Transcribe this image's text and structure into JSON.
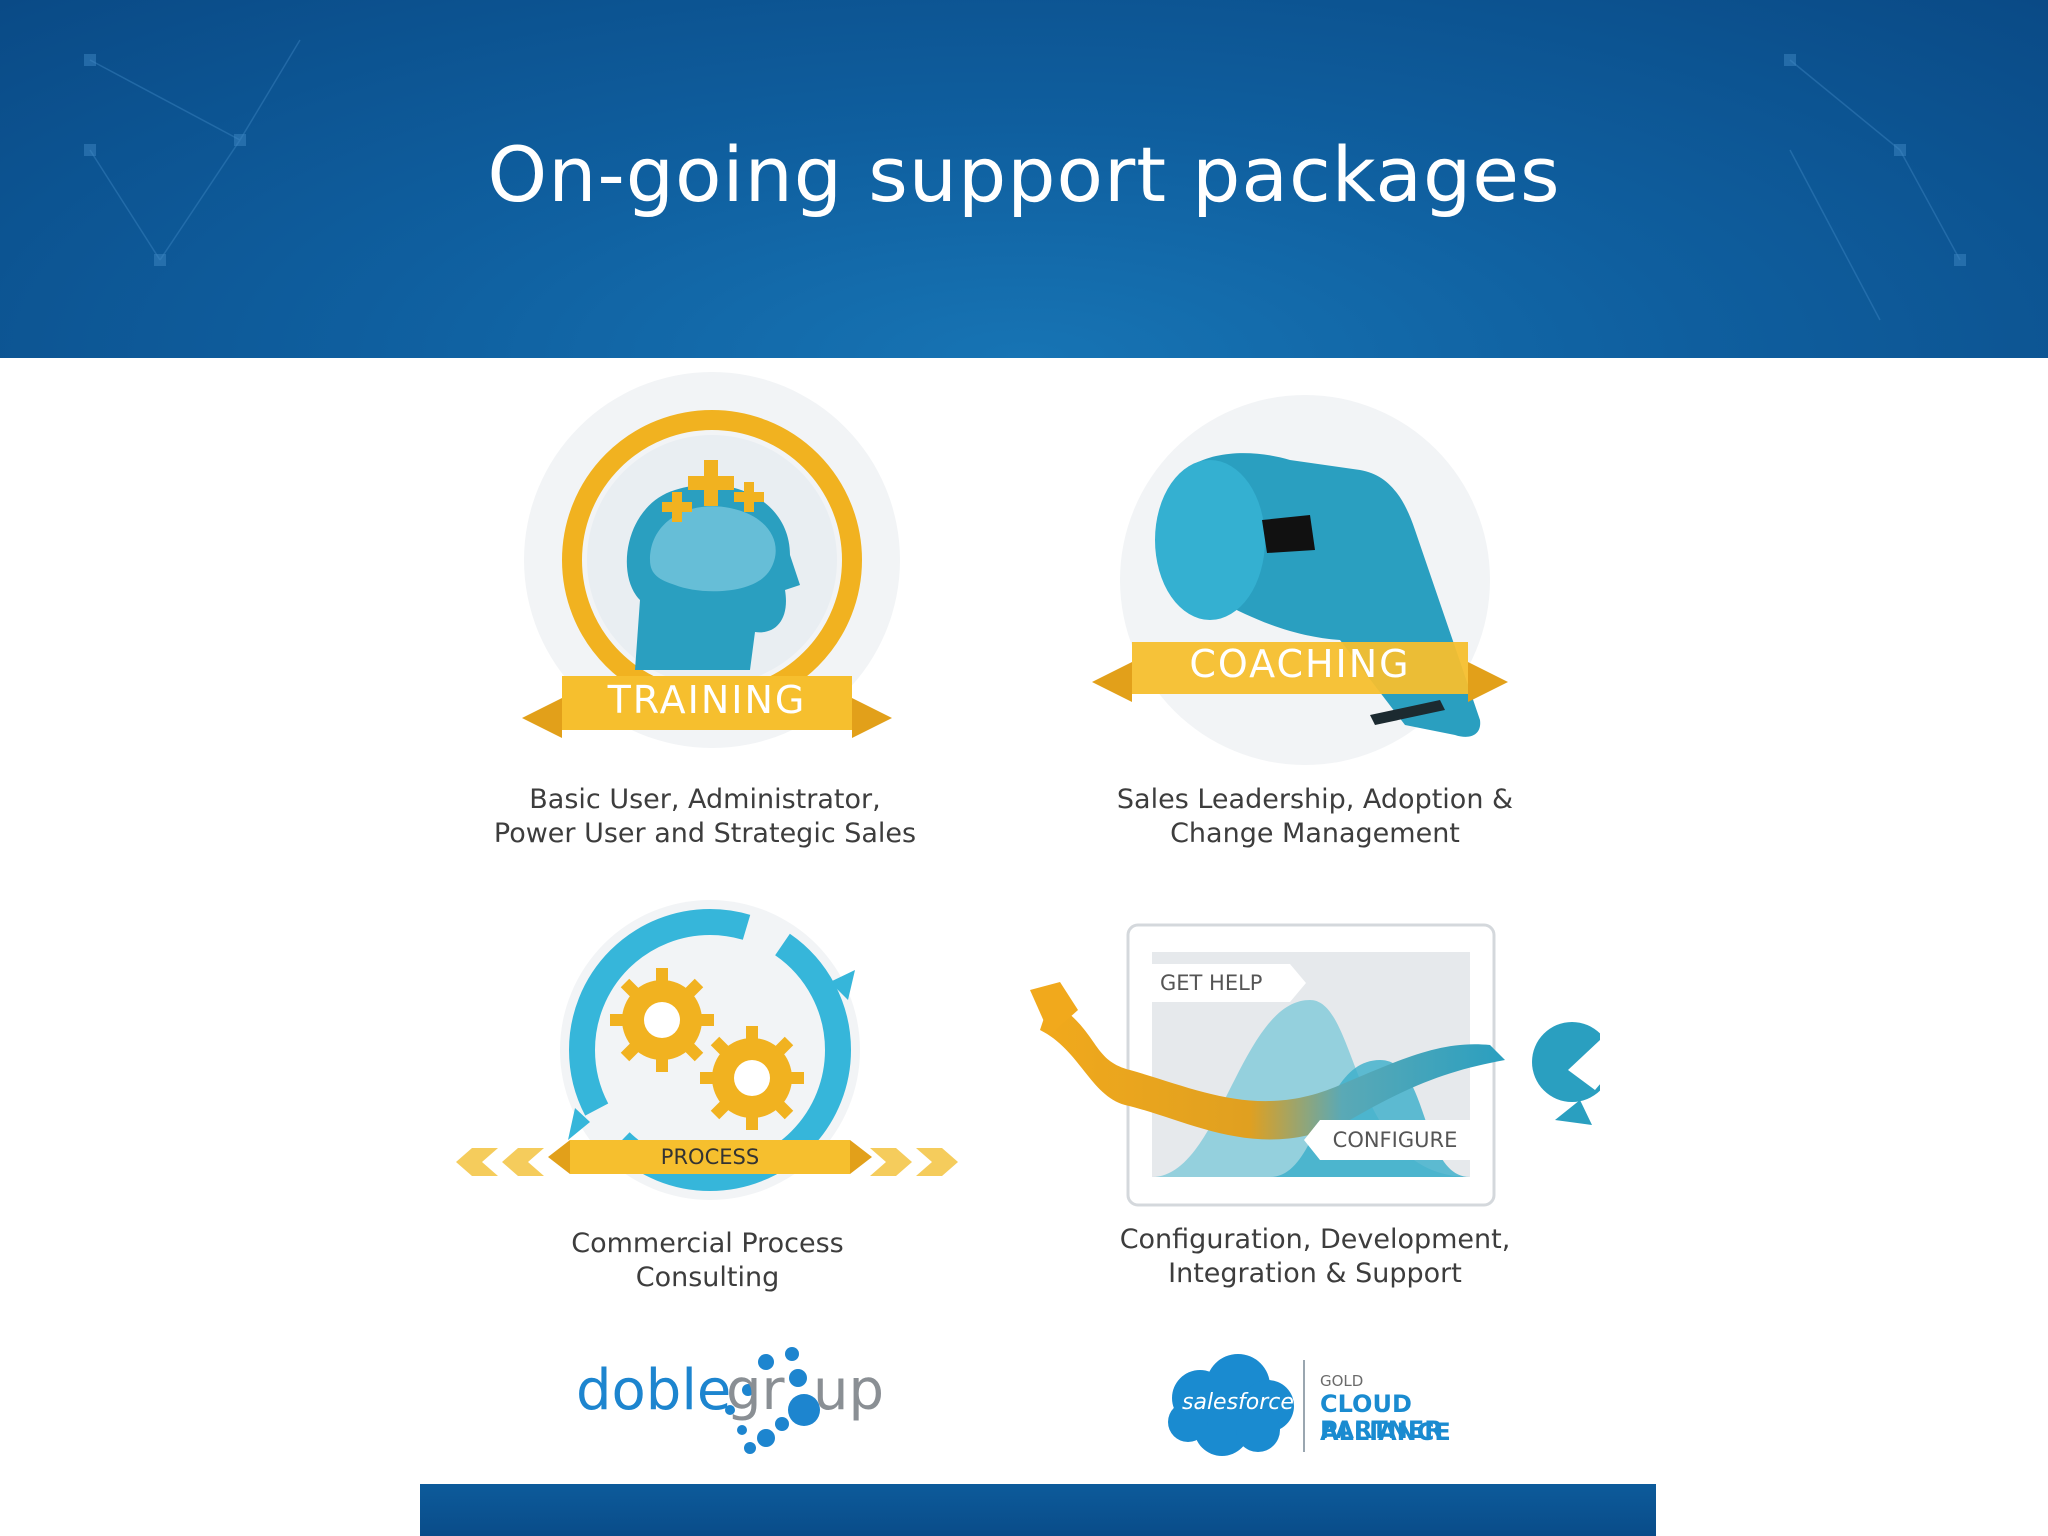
{
  "slide": {
    "title": "On-going support packages"
  },
  "packages": [
    {
      "badge": "TRAINING",
      "caption_line1": "Basic User, Administrator,",
      "caption_line2": "Power User and Strategic Sales"
    },
    {
      "badge": "COACHING",
      "caption_line1": "Sales Leadership, Adoption &",
      "caption_line2": "Change Management"
    },
    {
      "badge": "PROCESS",
      "caption_line1": "Commercial Process",
      "caption_line2": "Consulting"
    },
    {
      "badge_top": "GET HELP",
      "badge_bottom": "CONFIGURE",
      "caption_line1": "Configuration, Development,",
      "caption_line2": "Integration & Support"
    }
  ],
  "logos": {
    "doble": {
      "part1": "doble",
      "part2": "gr",
      "part3": "up"
    },
    "salesforce": {
      "wordmark": "salesforce",
      "tier": "GOLD",
      "line1": "CLOUD ALLIANCE",
      "line2": "PARTNER"
    }
  },
  "colors": {
    "header_blue": "#0f5f9f",
    "gold": "#f1b220",
    "teal": "#2a9fc0",
    "caption_text": "#3d3d3d",
    "salesforce_blue": "#1a8bd0"
  }
}
